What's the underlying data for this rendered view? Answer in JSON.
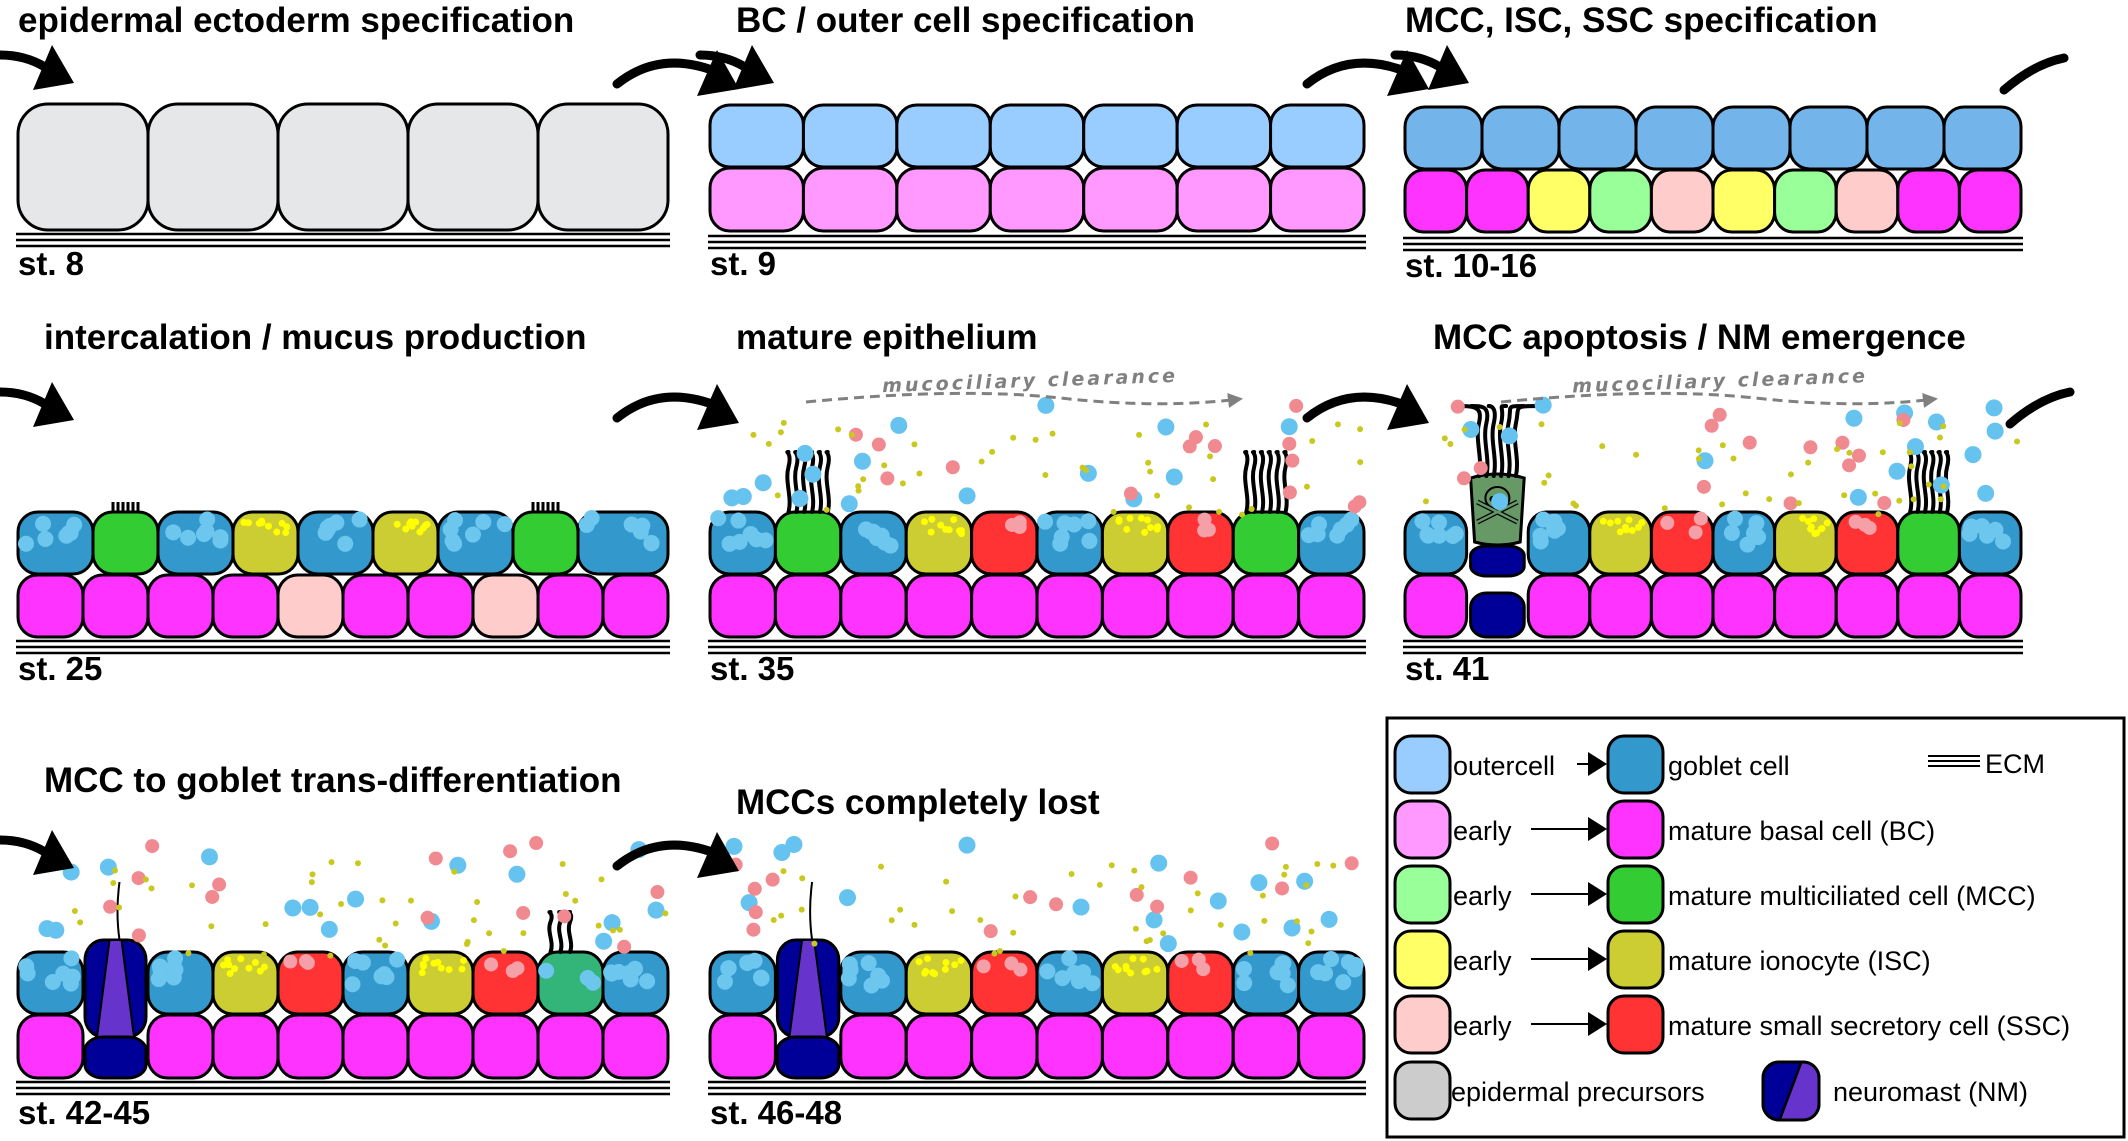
{
  "colors": {
    "outer_cell": "#99CCFF",
    "outer_cell_late": "#73B5EA",
    "goblet": "#3399CC",
    "goblet_vesicle": "#6CC6EE",
    "early_bc": "#FF99FF",
    "bc": "#FF33FF",
    "early_mcc": "#99FF99",
    "mcc": "#33CC33",
    "mcc_transdiff": "#33B57A",
    "early_isc": "#FFFF66",
    "isc": "#CCCC33",
    "isc_granule": "#FFFF00",
    "early_ssc": "#FFCCCC",
    "ssc": "#FF3333",
    "ssc_granule": "#F5A0A8",
    "precursor": "#E6E7E8",
    "precursor_legend": "#CCCCCC",
    "nm_dark": "#000099",
    "nm_light": "#6633CC",
    "apoptotic": "#669966",
    "mucus_pink": "#F08A90",
    "mucus_blue": "#66C2EE",
    "mucus_dot": "#C8C81E",
    "clearance": "#808080"
  },
  "panels": [
    {
      "id": "p1",
      "title": "epidermal ectoderm specification",
      "stage": "st. 8",
      "top_row": [
        "precursor",
        "precursor",
        "precursor",
        "precursor",
        "precursor"
      ],
      "bottom_row": [],
      "clearance": false
    },
    {
      "id": "p2",
      "title": "BC / outer cell specification",
      "stage": "st. 9",
      "top_row": [
        "outer_cell",
        "outer_cell",
        "outer_cell",
        "outer_cell",
        "outer_cell",
        "outer_cell",
        "outer_cell"
      ],
      "bottom_row": [
        "early_bc",
        "early_bc",
        "early_bc",
        "early_bc",
        "early_bc",
        "early_bc",
        "early_bc"
      ],
      "clearance": false
    },
    {
      "id": "p3",
      "title": "MCC, ISC, SSC specification",
      "stage": "st. 10-16",
      "top_row": [
        "outer_cell_late",
        "outer_cell_late",
        "outer_cell_late",
        "outer_cell_late",
        "outer_cell_late",
        "outer_cell_late",
        "outer_cell_late",
        "outer_cell_late"
      ],
      "bottom_row": [
        "bc",
        "bc",
        "early_isc",
        "early_mcc",
        "early_ssc",
        "early_isc",
        "early_mcc",
        "early_ssc",
        "bc",
        "bc"
      ],
      "clearance": false
    },
    {
      "id": "p4",
      "title": "intercalation / mucus production",
      "stage": "st. 25",
      "top_row": [
        "goblet",
        "mcc",
        "goblet",
        "isc",
        "goblet",
        "isc",
        "goblet",
        "mcc",
        "goblet"
      ],
      "bottom_row": [
        "bc",
        "bc",
        "bc",
        "bc",
        "early_ssc",
        "bc",
        "bc",
        "early_ssc",
        "bc",
        "bc"
      ],
      "clearance": false
    },
    {
      "id": "p5",
      "title": "mature epithelium",
      "stage": "st. 35",
      "top_row": [
        "goblet",
        "mcc",
        "goblet",
        "isc",
        "ssc",
        "goblet",
        "isc",
        "ssc",
        "mcc",
        "goblet"
      ],
      "bottom_row": [
        "bc",
        "bc",
        "bc",
        "bc",
        "bc",
        "bc",
        "bc",
        "bc",
        "bc",
        "bc"
      ],
      "clearance": true
    },
    {
      "id": "p6",
      "title": "MCC apoptosis / NM emergence",
      "stage": "st. 41",
      "top_row": [
        "goblet",
        "apoptotic",
        "goblet",
        "isc",
        "ssc",
        "goblet",
        "isc",
        "ssc",
        "mcc",
        "goblet"
      ],
      "bottom_row": [
        "bc",
        "nm",
        "bc",
        "bc",
        "bc",
        "bc",
        "bc",
        "bc",
        "bc",
        "bc"
      ],
      "clearance": true
    },
    {
      "id": "p7",
      "title": "MCC to goblet trans-differentiation",
      "stage": "st. 42-45",
      "top_row": [
        "goblet",
        "nm",
        "goblet",
        "isc",
        "ssc",
        "goblet",
        "isc",
        "ssc",
        "mcc_transdiff",
        "goblet"
      ],
      "bottom_row": [
        "bc",
        "nm",
        "bc",
        "bc",
        "bc",
        "bc",
        "bc",
        "bc",
        "bc",
        "bc"
      ],
      "clearance": false
    },
    {
      "id": "p8",
      "title": "MCCs completely lost",
      "stage": "st. 46-48",
      "top_row": [
        "goblet",
        "nm",
        "goblet",
        "isc",
        "ssc",
        "goblet",
        "isc",
        "ssc",
        "goblet",
        "goblet"
      ],
      "bottom_row": [
        "bc",
        "nm",
        "bc",
        "bc",
        "bc",
        "bc",
        "bc",
        "bc",
        "bc",
        "bc"
      ],
      "clearance": false
    }
  ],
  "clearance_label": "mucociliary clearance",
  "legend": {
    "rows": [
      {
        "from": "outer_cell",
        "from_label": "outercell",
        "to": "goblet",
        "to_label": "goblet cell"
      },
      {
        "from": "early_bc",
        "from_label": "early",
        "to": "bc",
        "to_label": "mature basal cell (BC)"
      },
      {
        "from": "early_mcc",
        "from_label": "early",
        "to": "mcc",
        "to_label": "mature multiciliated cell (MCC)"
      },
      {
        "from": "early_isc",
        "from_label": "early",
        "to": "isc",
        "to_label": "mature ionocyte (ISC)"
      },
      {
        "from": "early_ssc",
        "from_label": "early",
        "to": "ssc",
        "to_label": "mature small secretory cell (SSC)"
      }
    ],
    "precursor_label": "epidermal precursors",
    "nm_label": "neuromast (NM)",
    "ecm_label": "ECM"
  }
}
